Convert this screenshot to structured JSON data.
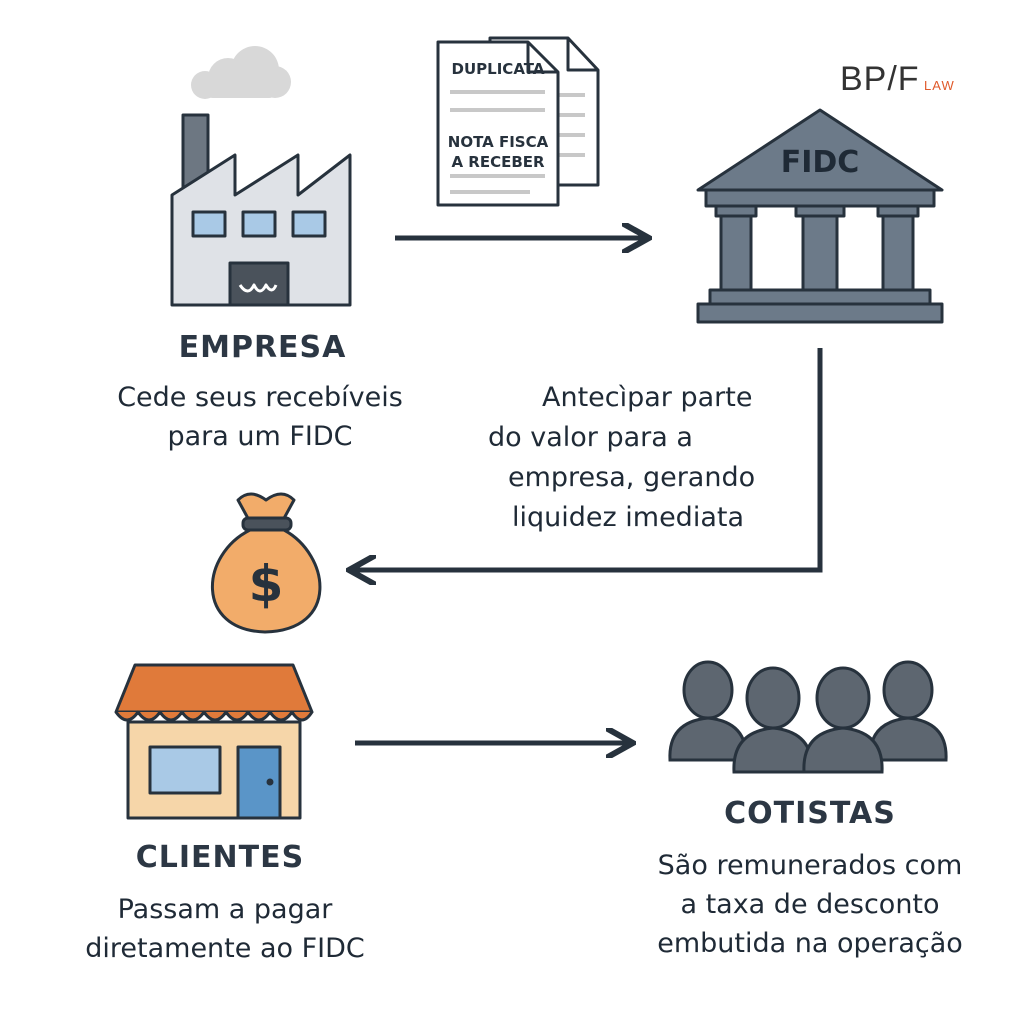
{
  "logo": {
    "main": "BP/F",
    "sub": "LAW"
  },
  "documents": {
    "back": "DUPLICATA",
    "front_line1": "NOTA FISCA",
    "front_line2": "A RECEBER"
  },
  "fidc_label": "FIDC",
  "empresa": {
    "title": "EMPRESA",
    "lines": [
      "Cede seus recebíveis",
      "para um FIDC"
    ]
  },
  "anticipation": {
    "lines": [
      "Antecìpar parte",
      "do valor para a",
      "empresa, gerando",
      "liquidez imediata"
    ]
  },
  "money_symbol": "$",
  "clientes": {
    "title": "CLIENTES",
    "lines": [
      "Passam a pagar",
      "diretamente ao FIDC"
    ]
  },
  "cotistas": {
    "title": "COTISTAS",
    "lines": [
      "São remunerados com",
      "a taxa de desconto",
      "embutida na operação"
    ]
  },
  "colors": {
    "dark": "#27323d",
    "building": "#dfe2e7",
    "window": "#a9c9e6",
    "pillar": "#6c7a89",
    "money": "#f2ac6a",
    "awning": "#e07a3a",
    "shop_wall": "#f6d6a9",
    "people": "#5d6670",
    "logo_accent": "#e05a2b"
  }
}
